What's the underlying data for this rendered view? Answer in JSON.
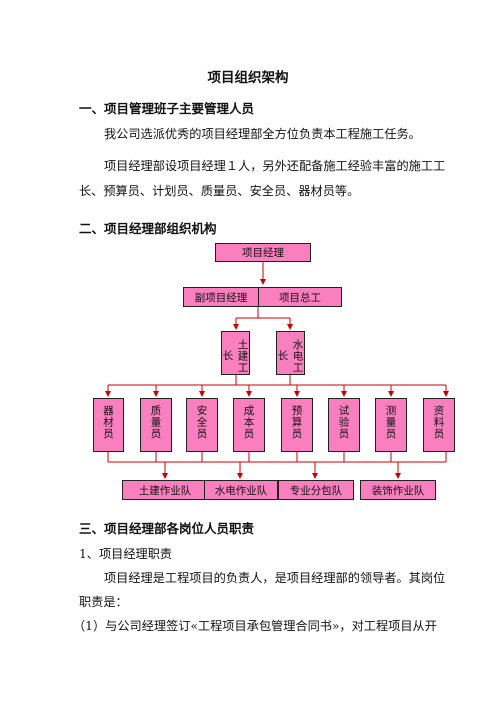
{
  "doc": {
    "title": "项目组织架构",
    "section1": {
      "heading": "一、项目管理班子主要管理人员",
      "para1": "我公司选派优秀的项目经理部全方位负责本工程施工任务。",
      "para2_line1": "项目经理部设项目经理１人，另外还配备施工经验丰富的施工工",
      "para2_line2": "长、预算员、计划员、质量员、安全员、器材员等。"
    },
    "section2": {
      "heading": "二、项目经理部组织机构"
    },
    "section3": {
      "heading": "三、项目经理部各岗位人员职责",
      "item1_title": "1、项目经理职责",
      "item1_para_line1": "项目经理是工程项目的负责人，是项目经理部的领导者。其岗位",
      "item1_para_line2": "职责是：",
      "item1_point1": "（1）与公司经理签订«工程项目承包管理合同书»，对工程项目从开"
    }
  },
  "org_chart": {
    "top": "项目经理",
    "deputy": "副项目经理",
    "chief_engineer": "项目总工",
    "foremen": [
      "土建工长",
      "水电工长"
    ],
    "staff": [
      "器材员",
      "质量员",
      "安全员",
      "成本员",
      "预算员",
      "试验员",
      "测量员",
      "资料员"
    ],
    "teams": [
      "土建作业队",
      "水电作业队",
      "专业分包队",
      "装饰作业队"
    ],
    "colors": {
      "box_fill": "#f97fbe",
      "line": "#cc0000",
      "border": "#222222"
    }
  }
}
